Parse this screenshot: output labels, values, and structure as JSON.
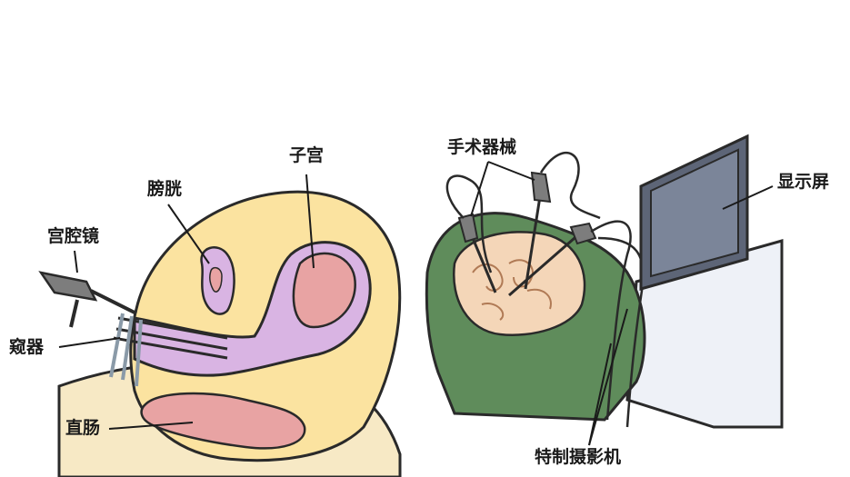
{
  "left_diagram": {
    "labels": {
      "uterus": "子宫",
      "bladder": "膀胱",
      "hysteroscope": "宫腔镜",
      "speculum": "窥器",
      "rectum": "直肠"
    }
  },
  "right_diagram": {
    "labels": {
      "surgical_instruments": "手术器械",
      "monitor": "显示屏",
      "special_camera": "特制摄影机"
    }
  },
  "colors": {
    "skin": "#f7e9c5",
    "outline": "#2a2a2a",
    "cavity_purple": "#d9b4e3",
    "organ_pink": "#e8a3a3",
    "drape_green": "#5f8c5b",
    "monitor_gray": "#5d6577",
    "table_white": "#eef1f7"
  }
}
